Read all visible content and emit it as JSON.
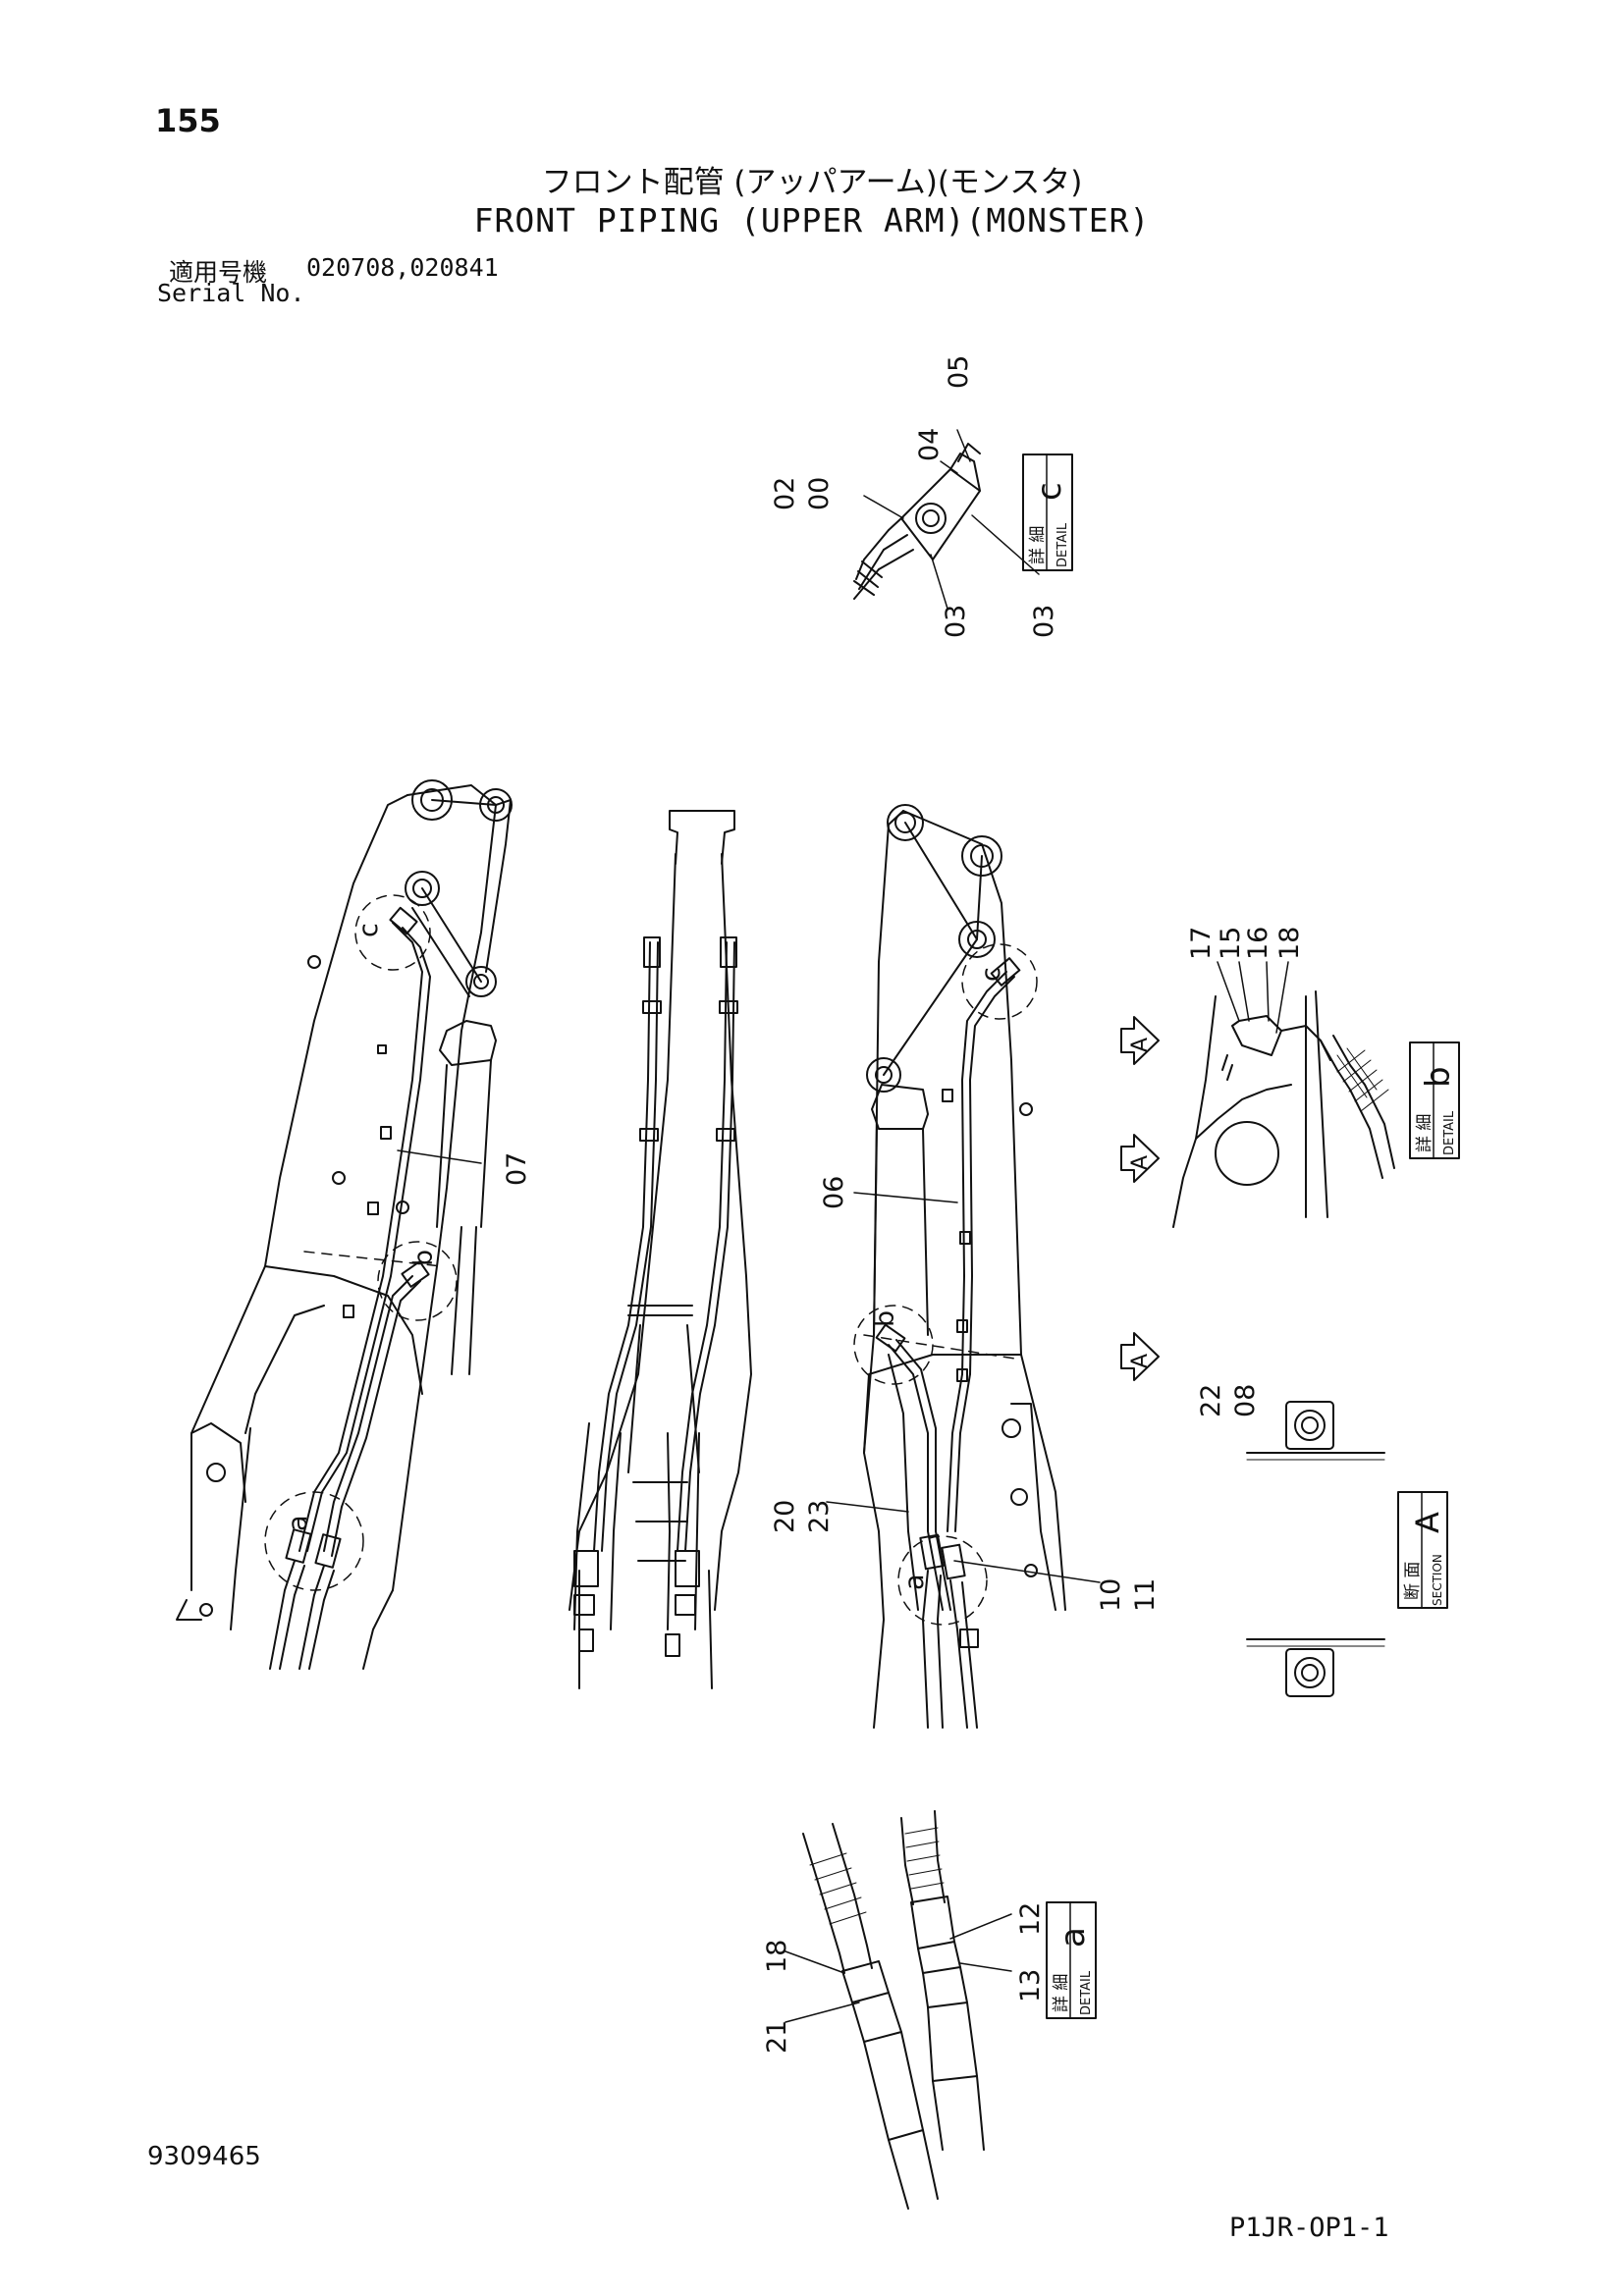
{
  "header": {
    "page_number": "155",
    "title_jp": "フロント配管 (アッパアーム)(モンスタ)",
    "title_en": "FRONT PIPING (UPPER ARM)(MONSTER)",
    "serial_label_jp": "適用号機",
    "serial_label_en": "Serial No.",
    "serial_numbers": "020708,020841"
  },
  "detail_c": {
    "box_letter": "c",
    "box_jp": "詳 細",
    "box_en": "DETAIL",
    "callouts": [
      "05",
      "04",
      "02",
      "00",
      "03",
      "03"
    ]
  },
  "main_view": {
    "labels": [
      "c",
      "07",
      "b",
      "a",
      "06",
      "b",
      "a",
      "c",
      "20",
      "23",
      "10",
      "11"
    ]
  },
  "detail_b": {
    "box_letter": "b",
    "box_jp": "詳 細",
    "box_en": "DETAIL",
    "callouts": [
      "17",
      "15",
      "16",
      "18"
    ],
    "section_markers": [
      "A",
      "A",
      "A"
    ]
  },
  "section_a": {
    "box_letter": "A",
    "box_jp": "断 面",
    "box_en": "SECTION",
    "callouts": [
      "22",
      "08"
    ]
  },
  "detail_a": {
    "box_letter": "a",
    "box_jp": "詳 細",
    "box_en": "DETAIL",
    "callouts": [
      "18",
      "21",
      "12",
      "13"
    ]
  },
  "footer": {
    "drawing_number": "9309465",
    "sheet_code": "P1JR-OP1-1"
  },
  "colors": {
    "ink": "#111111",
    "paper": "#ffffff"
  }
}
